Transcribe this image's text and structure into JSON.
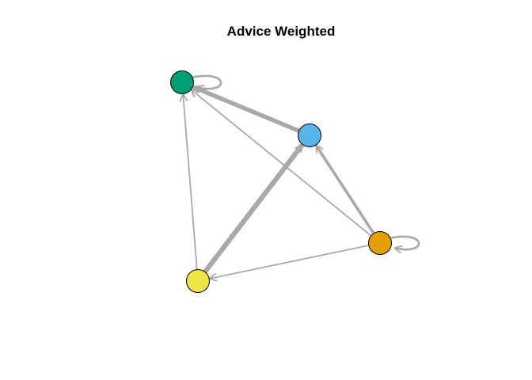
{
  "title": "Advice Weighted",
  "graph": {
    "type": "directed-weighted-network",
    "edge_color": "#a9a9a9",
    "node_border_color": "#000000",
    "nodes": [
      {
        "id": "node-green",
        "color": "#009e73"
      },
      {
        "id": "node-blue",
        "color": "#56b4e9"
      },
      {
        "id": "node-orange",
        "color": "#e69f00"
      },
      {
        "id": "node-yellow",
        "color": "#f0e442"
      }
    ],
    "edges": [
      {
        "from": "node-blue",
        "to": "node-green",
        "weight": 6
      },
      {
        "from": "node-orange",
        "to": "node-green",
        "weight": 2
      },
      {
        "from": "node-yellow",
        "to": "node-green",
        "weight": 2
      },
      {
        "from": "node-yellow",
        "to": "node-blue",
        "weight": 7
      },
      {
        "from": "node-orange",
        "to": "node-blue",
        "weight": 4
      },
      {
        "from": "node-orange",
        "to": "node-yellow",
        "weight": 2
      },
      {
        "from": "node-green",
        "to": "node-green",
        "weight": 3
      },
      {
        "from": "node-orange",
        "to": "node-orange",
        "weight": 3
      }
    ]
  }
}
